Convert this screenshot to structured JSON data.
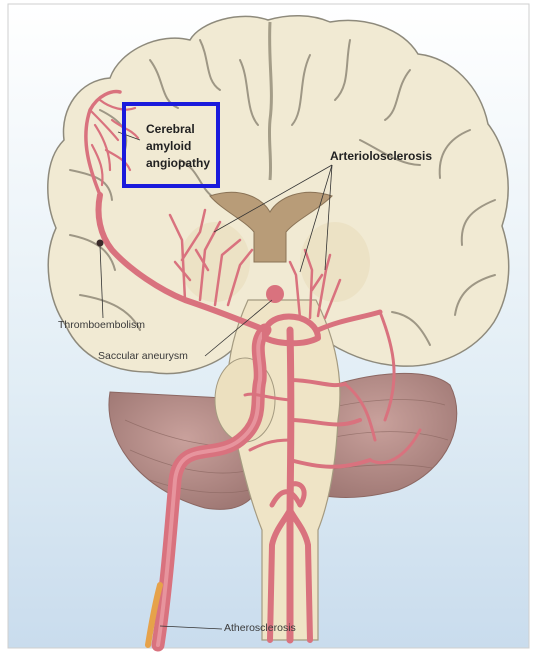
{
  "labels": {
    "cerebral_amyloid_angiopathy": [
      "Cerebral",
      "amyloid",
      "angiopathy"
    ],
    "arteriolosclerosis": "Arteriolosclerosis",
    "thromboembolism": "Thromboembolism",
    "saccular_aneurysm": "Saccular aneurysm",
    "atherosclerosis": "Atherosclerosis"
  },
  "colors": {
    "background": "#e1edf5",
    "brain_tissue": "#f1ead3",
    "artery": "#d9727e",
    "cerebellum": "#b88d8a",
    "highlight_box": "#1a1adc",
    "plaque": "#e6a24a"
  }
}
